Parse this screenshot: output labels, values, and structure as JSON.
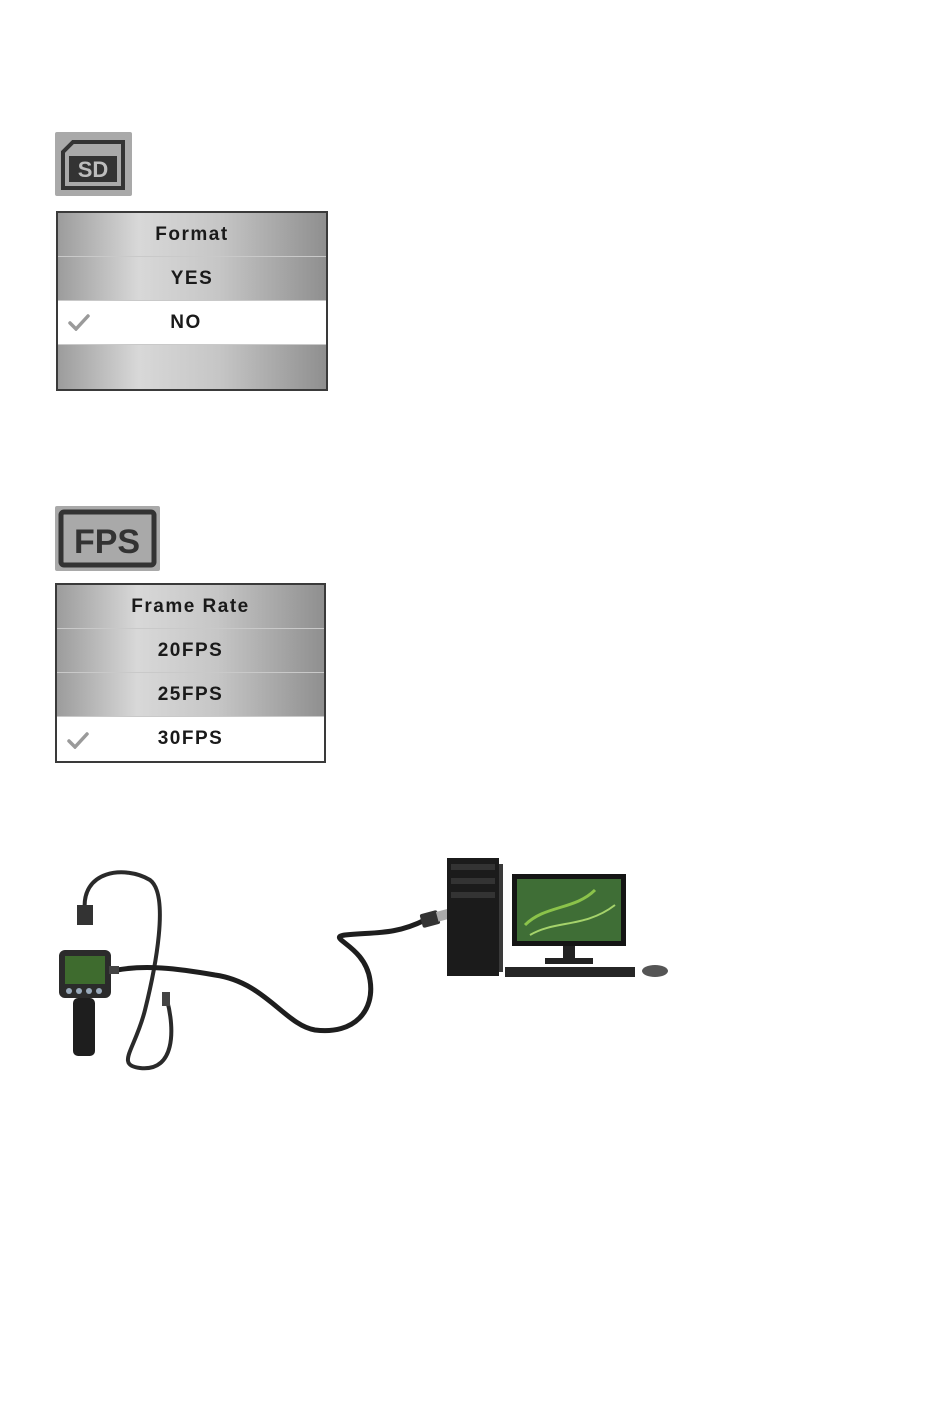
{
  "sd_section": {
    "icon": "sd-card-icon",
    "icon_label": "SD",
    "menu": {
      "title": "Format",
      "options": [
        {
          "label": "YES",
          "selected": false
        },
        {
          "label": "NO",
          "selected": true
        }
      ]
    }
  },
  "fps_section": {
    "icon": "fps-icon",
    "icon_label": "FPS",
    "menu": {
      "title": "Frame Rate",
      "options": [
        {
          "label": "20FPS",
          "selected": false
        },
        {
          "label": "25FPS",
          "selected": false
        },
        {
          "label": "30FPS",
          "selected": true
        }
      ]
    }
  },
  "illustration": {
    "device": "handheld-inspection-camera",
    "computer": "desktop-pc-with-monitor",
    "connection": "usb-cable"
  }
}
